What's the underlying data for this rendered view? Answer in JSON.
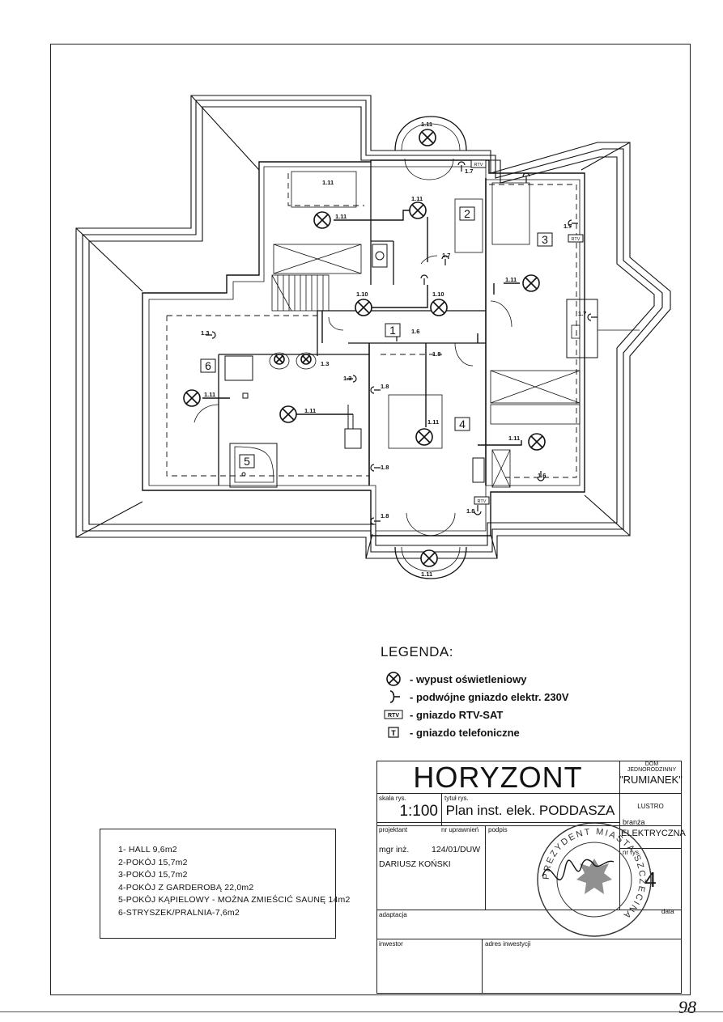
{
  "plan": {
    "rooms": [
      {
        "tag": "1"
      },
      {
        "tag": "2"
      },
      {
        "tag": "3"
      },
      {
        "tag": "4"
      },
      {
        "tag": "5"
      },
      {
        "tag": "6"
      }
    ],
    "circuit_labels": [
      "1.11",
      "1.11",
      "1.11",
      "1.11",
      "1.10",
      "1.10",
      "1.11",
      "1.11",
      "1.11",
      "1.11",
      "1.11",
      "1.7",
      "1.7",
      "1.7",
      "1.7",
      "1.3",
      "1.3",
      "1.3",
      "1.8",
      "1.8",
      "1.8",
      "1.8",
      "1.8",
      "1.6",
      "1.6",
      "1.11"
    ],
    "rtv_label": "RTV"
  },
  "legend": {
    "title": "LEGENDA:",
    "items": [
      {
        "icon": "light-outlet-icon",
        "text": "- wypust oświetleniowy"
      },
      {
        "icon": "double-socket-icon",
        "text": "- podwójne gniazdo elektr. 230V"
      },
      {
        "icon": "rtv-socket-icon",
        "text": "- gniazdo RTV-SAT"
      },
      {
        "icon": "phone-socket-icon",
        "text": "- gniazdo telefoniczne"
      }
    ],
    "rtv": "RTV",
    "phone": "T"
  },
  "rooms_list": [
    "1- HALL 9,6m2",
    "2-POKÓJ 15,7m2",
    "3-POKÓJ 15,7m2",
    "4-POKÓJ Z GARDEROBĄ 22,0m2",
    "5-POKÓJ KĄPIELOWY - MOŻNA ZMIEŚCIĆ SAUNĘ 14m2",
    "6-STRYSZEK/PRALNIA-7,6m2"
  ],
  "title_block": {
    "company": "HORYZONT",
    "project_type": "DOM JEDNORODZINNY",
    "project_name": "\"RUMIANEK\"",
    "variant": "LUSTRO",
    "scale_label": "skala rys.",
    "scale": "1:100",
    "title_label": "tytuł rys.",
    "title": "Plan inst. elek. PODDASZA",
    "designer_label": "projektant",
    "license_label": "nr uprawnień",
    "signature_label": "podpis",
    "branch_label": "branża",
    "branch": "ELEKTRYCZNA",
    "sheet_label": "nr rys.",
    "sheet_no": "4",
    "designer_title": "mgr inż.",
    "license_no": "124/01/DUW",
    "designer_name": "DARIUSZ KOŃSKI",
    "adaptation_label": "adaptacja",
    "date_label": "data",
    "investor_label": "inwestor",
    "address_label": "adres inwestycji"
  },
  "stamp": {
    "ring_text": "PREZYDENT MIASTA SZCZECINA"
  },
  "page_number": "98"
}
